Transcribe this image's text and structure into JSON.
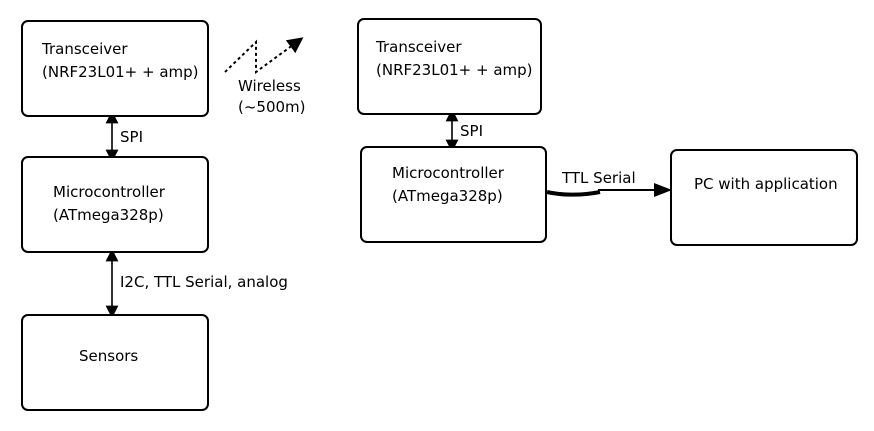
{
  "left": {
    "transceiver": {
      "line1": "Transceiver",
      "line2": "(NRF23L01+ + amp)"
    },
    "spi_label": "SPI",
    "micro": {
      "line1": "Microcontroller",
      "line2": "(ATmega328p)"
    },
    "bus_label": "I2C, TTL Serial, analog",
    "sensors": "Sensors"
  },
  "wireless": {
    "line1": "Wireless",
    "line2": "(~500m)"
  },
  "right": {
    "transceiver": {
      "line1": "Transceiver",
      "line2": "(NRF23L01+ + amp)"
    },
    "spi_label": "SPI",
    "micro": {
      "line1": "Microcontroller",
      "line2": "(ATmega328p)"
    },
    "serial_label": "TTL Serial",
    "pc": "PC with application"
  }
}
